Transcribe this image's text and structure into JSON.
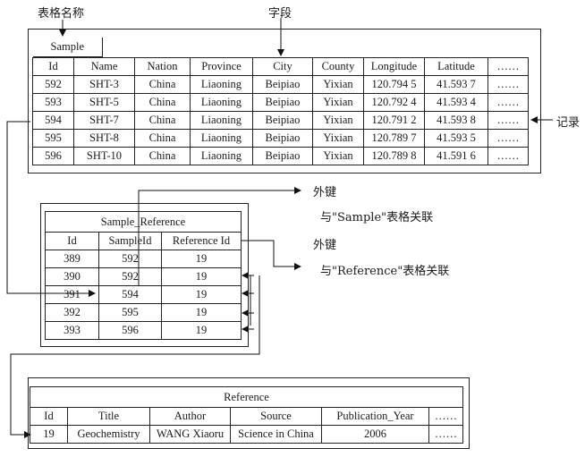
{
  "annotations": {
    "table_name": "表格名称",
    "field": "字段",
    "record": "记录",
    "fk1": "外键",
    "fk1_desc": "与\"Sample\"表格关联",
    "fk2": "外键",
    "fk2_desc": "与\"Reference\"表格关联"
  },
  "sample": {
    "title": "Sample",
    "headers": [
      "Id",
      "Name",
      "Nation",
      "Province",
      "City",
      "County",
      "Longitude",
      "Latitude",
      "……"
    ],
    "rows": [
      [
        "592",
        "SHT-3",
        "China",
        "Liaoning",
        "Beipiao",
        "Yixian",
        "120.794 5",
        "41.593 7",
        "……"
      ],
      [
        "593",
        "SHT-5",
        "China",
        "Liaoning",
        "Beipiao",
        "Yixian",
        "120.792 4",
        "41.593 4",
        "……"
      ],
      [
        "594",
        "SHT-7",
        "China",
        "Liaoning",
        "Beipiao",
        "Yixian",
        "120.791 2",
        "41.593 8",
        "……"
      ],
      [
        "595",
        "SHT-8",
        "China",
        "Liaoning",
        "Beipiao",
        "Yixian",
        "120.789 7",
        "41.593 5",
        "……"
      ],
      [
        "596",
        "SHT-10",
        "China",
        "Liaoning",
        "Beipiao",
        "Yixian",
        "120.789 8",
        "41.591 6",
        "……"
      ]
    ]
  },
  "sample_reference": {
    "title": "Sample_Reference",
    "headers": [
      "Id",
      "SampleId",
      "Reference Id"
    ],
    "rows": [
      [
        "389",
        "592",
        "19"
      ],
      [
        "390",
        "592",
        "19"
      ],
      [
        "391",
        "594",
        "19"
      ],
      [
        "392",
        "595",
        "19"
      ],
      [
        "393",
        "596",
        "19"
      ]
    ]
  },
  "reference": {
    "title": "Reference",
    "headers": [
      "Id",
      "Title",
      "Author",
      "Source",
      "Publication_Year",
      "……"
    ],
    "rows": [
      [
        "19",
        "Geochemistry",
        "WANG Xiaoru",
        "Science in China",
        "2006",
        "……"
      ]
    ]
  }
}
